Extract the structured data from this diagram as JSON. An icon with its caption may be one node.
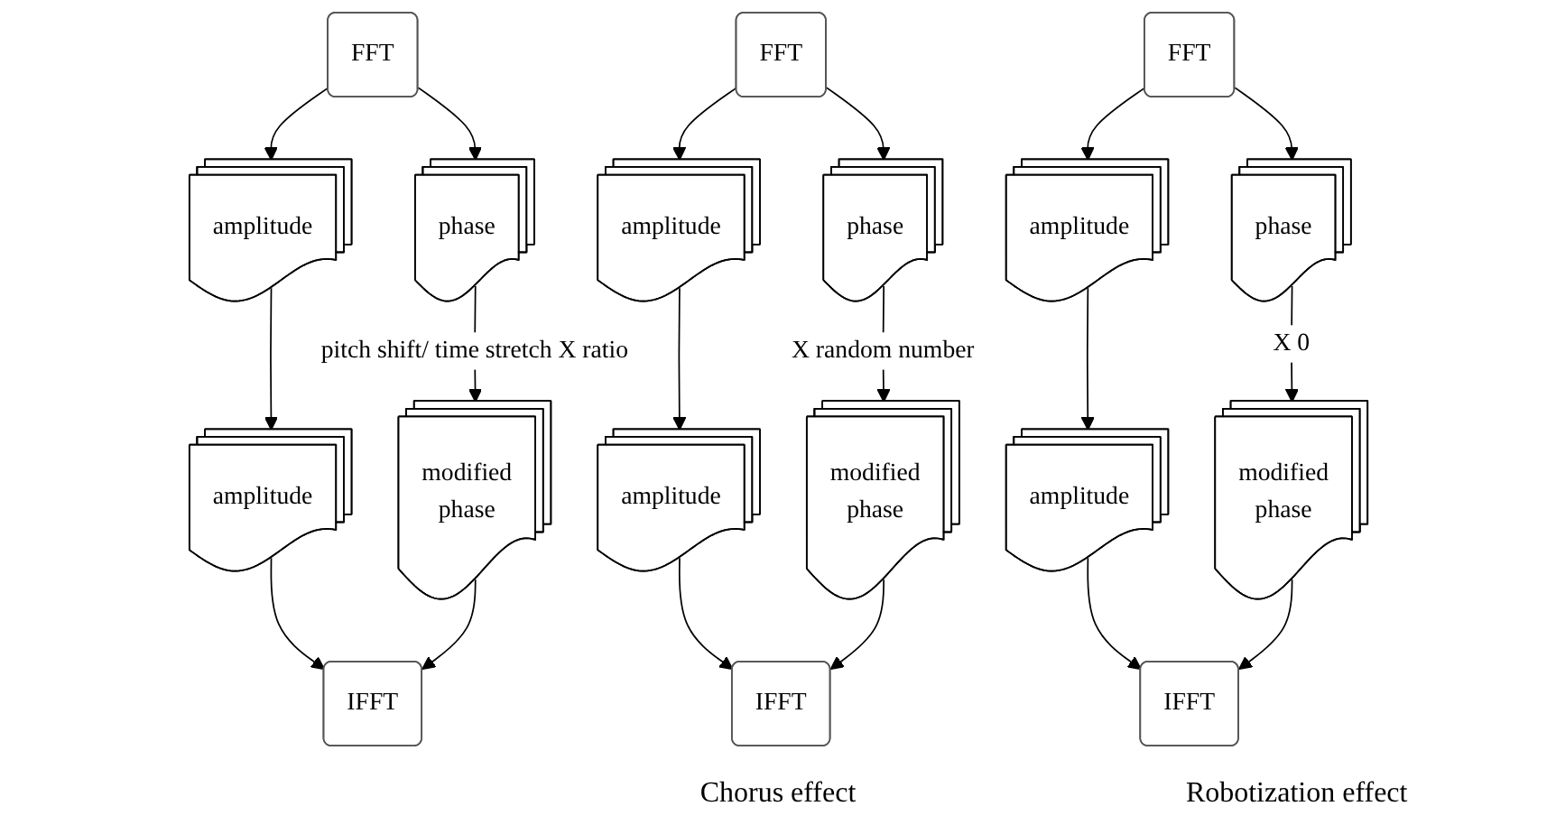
{
  "diagram": {
    "nodes": [
      {
        "text": [
          "FFT"
        ]
      },
      {
        "text": [
          "amplitude"
        ]
      },
      {
        "text": [
          "phase"
        ]
      },
      {
        "text": [
          "amplitude"
        ]
      },
      {
        "text": [
          "modified",
          "phase"
        ]
      },
      {
        "text": [
          "IFFT"
        ]
      },
      {
        "text": [
          "FFT"
        ]
      },
      {
        "text": [
          "amplitude"
        ]
      },
      {
        "text": [
          "phase"
        ]
      },
      {
        "text": [
          "amplitude"
        ]
      },
      {
        "text": [
          "modified",
          "phase"
        ]
      },
      {
        "text": [
          "IFFT"
        ]
      },
      {
        "text": [
          "FFT"
        ]
      },
      {
        "text": [
          "amplitude"
        ]
      },
      {
        "text": [
          "phase"
        ]
      },
      {
        "text": [
          "amplitude"
        ]
      },
      {
        "text": [
          "modified",
          "phase"
        ]
      },
      {
        "text": [
          "IFFT"
        ]
      }
    ],
    "edges": [
      {
        "from": 0,
        "to": 1,
        "arrow": "to"
      },
      {
        "from": 0,
        "to": 2,
        "arrow": "to"
      },
      {
        "from": 1,
        "to": 3,
        "arrow": "to"
      },
      {
        "from": 2,
        "to": 4,
        "label": "pitch shift/ time stretch X ratio",
        "arrow": "to"
      },
      {
        "from": 3,
        "to": 5,
        "arrow": "to"
      },
      {
        "from": 4,
        "to": 5,
        "arrow": "to"
      },
      {
        "from": 6,
        "to": 7,
        "arrow": "to"
      },
      {
        "from": 6,
        "to": 8,
        "arrow": "to"
      },
      {
        "from": 7,
        "to": 9,
        "arrow": "to"
      },
      {
        "from": 8,
        "to": 10,
        "label": "X random number",
        "arrow": "to"
      },
      {
        "from": 9,
        "to": 11,
        "arrow": "to"
      },
      {
        "from": 10,
        "to": 11,
        "arrow": "to"
      },
      {
        "from": 12,
        "to": 13,
        "arrow": "to"
      },
      {
        "from": 12,
        "to": 14,
        "arrow": "to"
      },
      {
        "from": 13,
        "to": 15,
        "arrow": "to"
      },
      {
        "from": 14,
        "to": 16,
        "label": "X 0",
        "arrow": "to"
      },
      {
        "from": 15,
        "to": 17,
        "arrow": "to"
      },
      {
        "from": 16,
        "to": 17,
        "arrow": "to"
      }
    ],
    "labels": [
      "Chorus effect",
      "Robotization effect"
    ]
  }
}
